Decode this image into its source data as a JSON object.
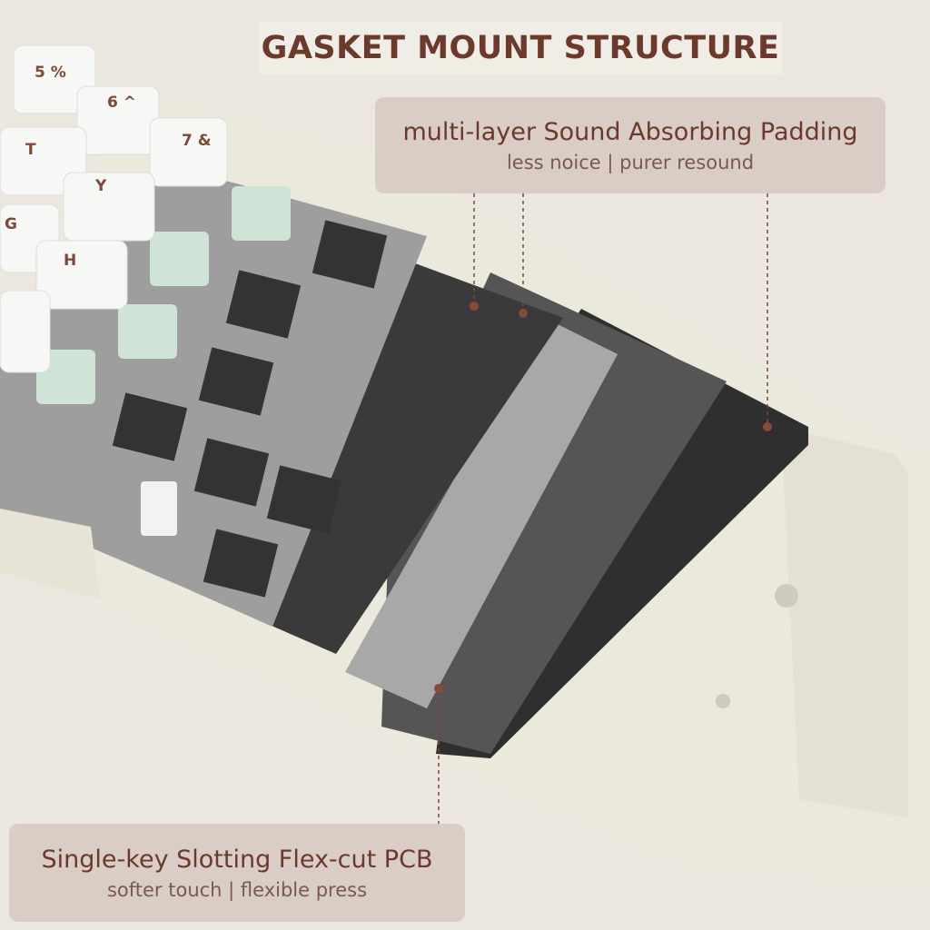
{
  "title": "GASKET MOUNT STRUCTURE",
  "callouts": {
    "padding": {
      "title": "multi-layer Sound Absorbing Padding",
      "subtitle": "less noice | purer resound"
    },
    "pcb": {
      "title": "Single-key Slotting Flex-cut PCB",
      "subtitle": "softer touch | flexible press"
    }
  },
  "keycaps": [
    "5 %",
    "6 ^",
    "7 &",
    "T",
    "Y",
    "G",
    "H"
  ],
  "colors": {
    "accent_text": "#6b3a2c",
    "case": "#ece9dd",
    "plate": "#9c9c9c",
    "pcb": "#2e2e2e",
    "switch": "#cfe3d6"
  }
}
